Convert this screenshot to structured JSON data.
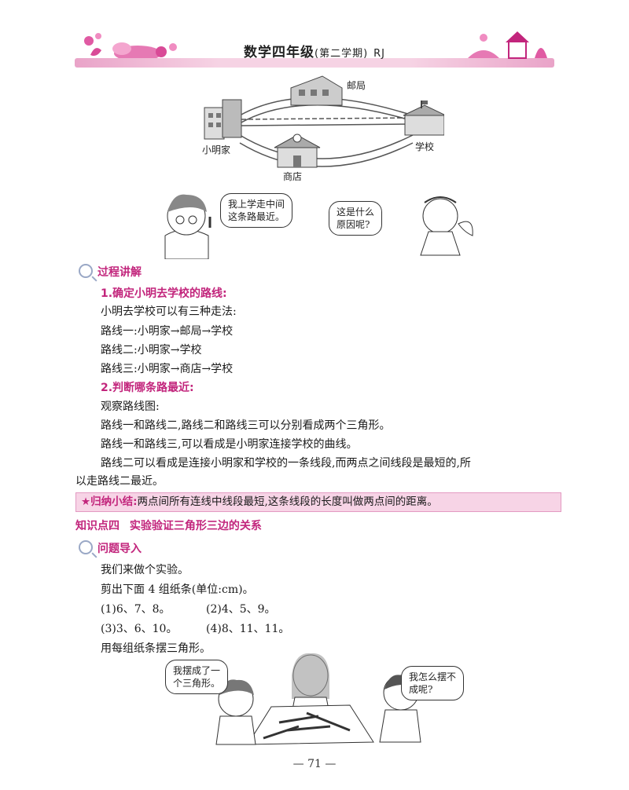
{
  "header": {
    "title": "数学四年级",
    "term": "(第二学期)",
    "edition": "RJ"
  },
  "map": {
    "labels": [
      "邮局",
      "小明家",
      "学校",
      "商店"
    ]
  },
  "dialogue_top": {
    "boy": [
      "我上学走中间",
      "这条路最近。"
    ],
    "fairy": [
      "这是什么",
      "原因呢?"
    ]
  },
  "process": {
    "heading": "过程讲解",
    "step1": "1.确定小明去学校的路线:",
    "intro": "小明去学校可以有三种走法:",
    "route1": "路线一:小明家→邮局→学校",
    "route2": "路线二:小明家→学校",
    "route3": "路线三:小明家→商店→学校",
    "step2": "2.判断哪条路最近:",
    "observe": "观察路线图:",
    "p1": "路线一和路线二,路线二和路线三可以分别看成两个三角形。",
    "p2": "路线一和路线三,可以看成是小明家连接学校的曲线。",
    "p3a": "路线二可以看成是连接小明家和学校的一条线段,而两点之间线段是最短的,所",
    "p3b": "以走路线二最近。"
  },
  "summary": {
    "label": "★归纳小结:",
    "text": "两点间所有连线中线段最短,这条线段的长度叫做两点间的距离。"
  },
  "knowledge_point": {
    "label": "知识点四",
    "title": "实验验证三角形三边的关系"
  },
  "intro": {
    "heading": "问题导入",
    "l1": "我们来做个实验。",
    "l2": "剪出下面 4 组纸条(单位:cm)。",
    "g1": "(1)6、7、8。",
    "g2": "(2)4、5、9。",
    "g3": "(3)3、6、10。",
    "g4": "(4)8、11、11。",
    "l5": "用每组纸条摆三角形。"
  },
  "dialogue_bottom": {
    "left": [
      "我摆成了一",
      "个三角形。"
    ],
    "right": [
      "我怎么摆不",
      "成呢?"
    ]
  },
  "page_number": "— 71 —"
}
